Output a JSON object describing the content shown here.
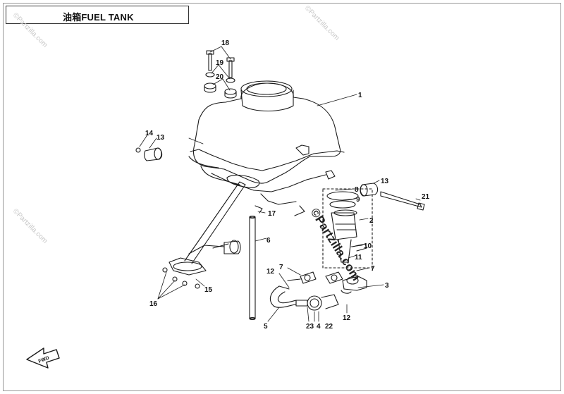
{
  "title": "油箱FUEL TANK",
  "watermark": {
    "small": "©Partzilla.com",
    "large": "©Partzilla.com"
  },
  "fwd_label": "FWD",
  "callouts": [
    "1",
    "2",
    "3",
    "4",
    "5",
    "6",
    "7",
    "7",
    "8",
    "9",
    "10",
    "11",
    "12",
    "12",
    "13",
    "13",
    "14",
    "15",
    "16",
    "17",
    "18",
    "19",
    "20",
    "21",
    "22",
    "23"
  ],
  "colors": {
    "line": "#1a1a1a",
    "watermark": "#c8c8c8"
  }
}
